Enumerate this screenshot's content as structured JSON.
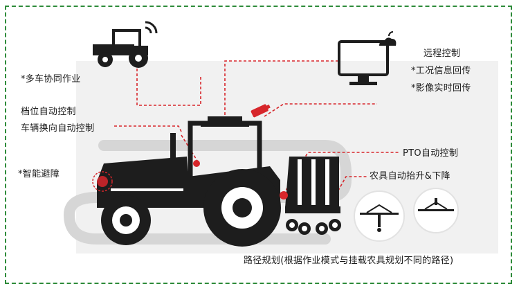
{
  "labels": {
    "multi_vehicle": "*多车协同作业",
    "remote_control": "远程控制",
    "status_return": "*工况信息回传",
    "video_return": "*影像实时回传",
    "gear_auto": "档位自动控制",
    "steering_auto": "车辆换向自动控制",
    "obstacle_avoid": "*智能避障",
    "pto_auto": "PTO自动控制",
    "implement_lift": "农具自动抬升&下降",
    "path_planning": "路径规划(根据作业模式与挂载农具规划不同的路径)"
  },
  "colors": {
    "border": "#2e8b3a",
    "accent": "#d7262b",
    "tractor": "#1d1d1d",
    "track": "#d9d9d9"
  }
}
